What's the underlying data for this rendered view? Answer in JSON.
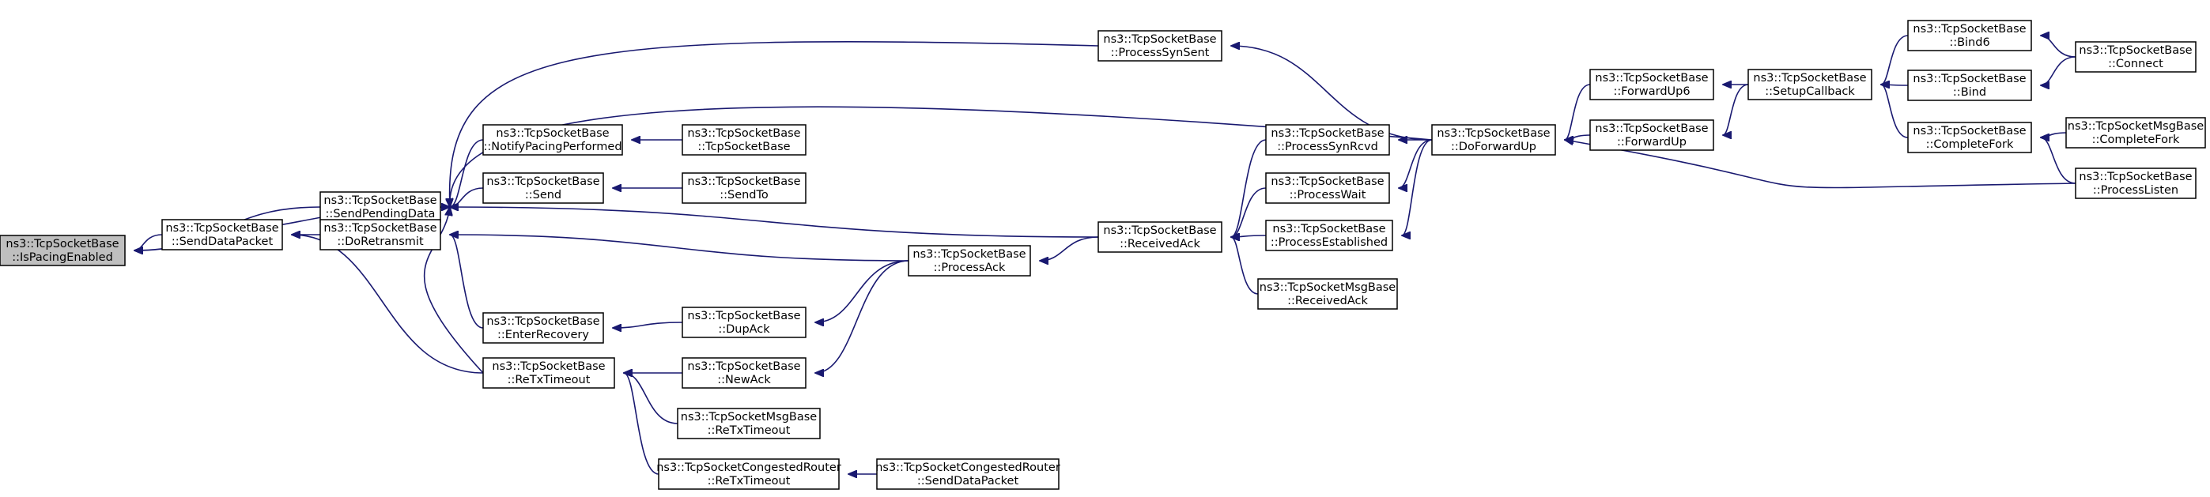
{
  "colors": {
    "edge": "#191970",
    "node_border": "#000000",
    "node_fill": "#ffffff",
    "root_fill": "#bfbfbf"
  },
  "nodes": [
    {
      "id": "isPacing",
      "line1": "ns3::TcpSocketBase",
      "line2": "::IsPacingEnabled"
    },
    {
      "id": "sendPending",
      "line1": "ns3::TcpSocketBase",
      "line2": "::SendPendingData"
    },
    {
      "id": "sendData",
      "line1": "ns3::TcpSocketBase",
      "line2": "::SendDataPacket"
    },
    {
      "id": "notifyPacing",
      "line1": "ns3::TcpSocketBase",
      "line2": "::NotifyPacingPerformed"
    },
    {
      "id": "send",
      "line1": "ns3::TcpSocketBase",
      "line2": "::Send"
    },
    {
      "id": "doRetransmit",
      "line1": "ns3::TcpSocketBase",
      "line2": "::DoRetransmit"
    },
    {
      "id": "enterRecovery",
      "line1": "ns3::TcpSocketBase",
      "line2": "::EnterRecovery"
    },
    {
      "id": "reTx",
      "line1": "ns3::TcpSocketBase",
      "line2": "::ReTxTimeout"
    },
    {
      "id": "tcpSocketBase",
      "line1": "ns3::TcpSocketBase",
      "line2": "::TcpSocketBase"
    },
    {
      "id": "sendTo",
      "line1": "ns3::TcpSocketBase",
      "line2": "::SendTo"
    },
    {
      "id": "dupAck",
      "line1": "ns3::TcpSocketBase",
      "line2": "::DupAck"
    },
    {
      "id": "newAck",
      "line1": "ns3::TcpSocketBase",
      "line2": "::NewAck"
    },
    {
      "id": "msgReTx",
      "line1": "ns3::TcpSocketMsgBase",
      "line2": "::ReTxTimeout"
    },
    {
      "id": "congReTx",
      "line1": "ns3::TcpSocketCongestedRouter",
      "line2": "::ReTxTimeout"
    },
    {
      "id": "congSend",
      "line1": "ns3::TcpSocketCongestedRouter",
      "line2": "::SendDataPacket"
    },
    {
      "id": "processAck",
      "line1": "ns3::TcpSocketBase",
      "line2": "::ProcessAck"
    },
    {
      "id": "processSynSent",
      "line1": "ns3::TcpSocketBase",
      "line2": "::ProcessSynSent"
    },
    {
      "id": "receivedAck",
      "line1": "ns3::TcpSocketBase",
      "line2": "::ReceivedAck"
    },
    {
      "id": "processSynRcvd",
      "line1": "ns3::TcpSocketBase",
      "line2": "::ProcessSynRcvd"
    },
    {
      "id": "processWait",
      "line1": "ns3::TcpSocketBase",
      "line2": "::ProcessWait"
    },
    {
      "id": "processEstablished",
      "line1": "ns3::TcpSocketBase",
      "line2": "::ProcessEstablished"
    },
    {
      "id": "msgReceivedAck",
      "line1": "ns3::TcpSocketMsgBase",
      "line2": "::ReceivedAck"
    },
    {
      "id": "doForwardUp",
      "line1": "ns3::TcpSocketBase",
      "line2": "::DoForwardUp"
    },
    {
      "id": "forwardUp6",
      "line1": "ns3::TcpSocketBase",
      "line2": "::ForwardUp6"
    },
    {
      "id": "forwardUp",
      "line1": "ns3::TcpSocketBase",
      "line2": "::ForwardUp"
    },
    {
      "id": "setupCallback",
      "line1": "ns3::TcpSocketBase",
      "line2": "::SetupCallback"
    },
    {
      "id": "bind6",
      "line1": "ns3::TcpSocketBase",
      "line2": "::Bind6"
    },
    {
      "id": "bind",
      "line1": "ns3::TcpSocketBase",
      "line2": "::Bind"
    },
    {
      "id": "completeFork",
      "line1": "ns3::TcpSocketBase",
      "line2": "::CompleteFork"
    },
    {
      "id": "connect",
      "line1": "ns3::TcpSocketBase",
      "line2": "::Connect"
    },
    {
      "id": "msgCompleteFork",
      "line1": "ns3::TcpSocketMsgBase",
      "line2": "::CompleteFork"
    },
    {
      "id": "processListen",
      "line1": "ns3::TcpSocketBase",
      "line2": "::ProcessListen"
    }
  ],
  "edges": [
    {
      "from": "sendPending",
      "to": "isPacing"
    },
    {
      "from": "sendData",
      "to": "isPacing"
    },
    {
      "from": "sendData",
      "to": "sendPending"
    },
    {
      "from": "notifyPacing",
      "to": "sendPending"
    },
    {
      "from": "send",
      "to": "sendPending"
    },
    {
      "from": "receivedAck",
      "to": "sendPending"
    },
    {
      "from": "processSynSent",
      "to": "sendPending"
    },
    {
      "from": "doForwardUp",
      "to": "sendPending"
    },
    {
      "from": "reTx",
      "to": "sendPending"
    },
    {
      "from": "doRetransmit",
      "to": "sendData"
    },
    {
      "from": "reTx",
      "to": "sendData"
    },
    {
      "from": "tcpSocketBase",
      "to": "notifyPacing"
    },
    {
      "from": "sendTo",
      "to": "send"
    },
    {
      "from": "processAck",
      "to": "doRetransmit"
    },
    {
      "from": "enterRecovery",
      "to": "doRetransmit"
    },
    {
      "from": "dupAck",
      "to": "enterRecovery"
    },
    {
      "from": "newAck",
      "to": "reTx"
    },
    {
      "from": "msgReTx",
      "to": "reTx"
    },
    {
      "from": "congReTx",
      "to": "reTx"
    },
    {
      "from": "congSend",
      "to": "congReTx"
    },
    {
      "from": "processAck",
      "to": "dupAck"
    },
    {
      "from": "processAck",
      "to": "newAck"
    },
    {
      "from": "receivedAck",
      "to": "processAck"
    },
    {
      "from": "processSynRcvd",
      "to": "receivedAck"
    },
    {
      "from": "processWait",
      "to": "receivedAck"
    },
    {
      "from": "processEstablished",
      "to": "receivedAck"
    },
    {
      "from": "msgReceivedAck",
      "to": "receivedAck"
    },
    {
      "from": "doForwardUp",
      "to": "processSynSent"
    },
    {
      "from": "doForwardUp",
      "to": "processSynRcvd"
    },
    {
      "from": "doForwardUp",
      "to": "processWait"
    },
    {
      "from": "doForwardUp",
      "to": "processEstablished"
    },
    {
      "from": "forwardUp6",
      "to": "doForwardUp"
    },
    {
      "from": "forwardUp",
      "to": "doForwardUp"
    },
    {
      "from": "processListen",
      "to": "doForwardUp"
    },
    {
      "from": "setupCallback",
      "to": "forwardUp6"
    },
    {
      "from": "setupCallback",
      "to": "forwardUp"
    },
    {
      "from": "bind6",
      "to": "setupCallback"
    },
    {
      "from": "bind",
      "to": "setupCallback"
    },
    {
      "from": "completeFork",
      "to": "setupCallback"
    },
    {
      "from": "connect",
      "to": "bind6"
    },
    {
      "from": "connect",
      "to": "bind"
    },
    {
      "from": "msgCompleteFork",
      "to": "completeFork"
    },
    {
      "from": "processListen",
      "to": "completeFork"
    }
  ]
}
